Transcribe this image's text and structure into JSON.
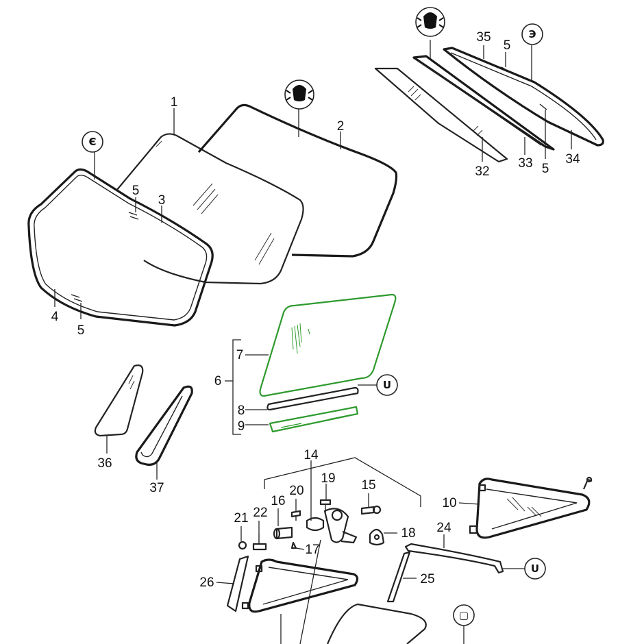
{
  "diagram": {
    "part_numbers": {
      "p1": "1",
      "p2": "2",
      "p3": "3",
      "p4": "4",
      "p5a": "5",
      "p5b": "5",
      "p5c": "5",
      "p5d": "5",
      "p6": "6",
      "p7": "7",
      "p8": "8",
      "p9": "9",
      "p10": "10",
      "p14": "14",
      "p15": "15",
      "p16": "16",
      "p17": "17",
      "p18": "18",
      "p19": "19",
      "p20": "20",
      "p21": "21",
      "p22": "22",
      "p24": "24",
      "p25": "25",
      "p26": "26",
      "p32": "32",
      "p33": "33",
      "p34": "34",
      "p35": "35",
      "p36": "36",
      "p37": "37"
    },
    "symbols": {
      "front_seal_marker": "Є",
      "rear_seal_marker": "Э",
      "door_marker_1": "U",
      "door_marker_2": "U",
      "quarter_marker": "▢"
    },
    "colors": {
      "line": "#222222",
      "highlight": "#2e9a2e",
      "background": "#ffffff"
    }
  }
}
